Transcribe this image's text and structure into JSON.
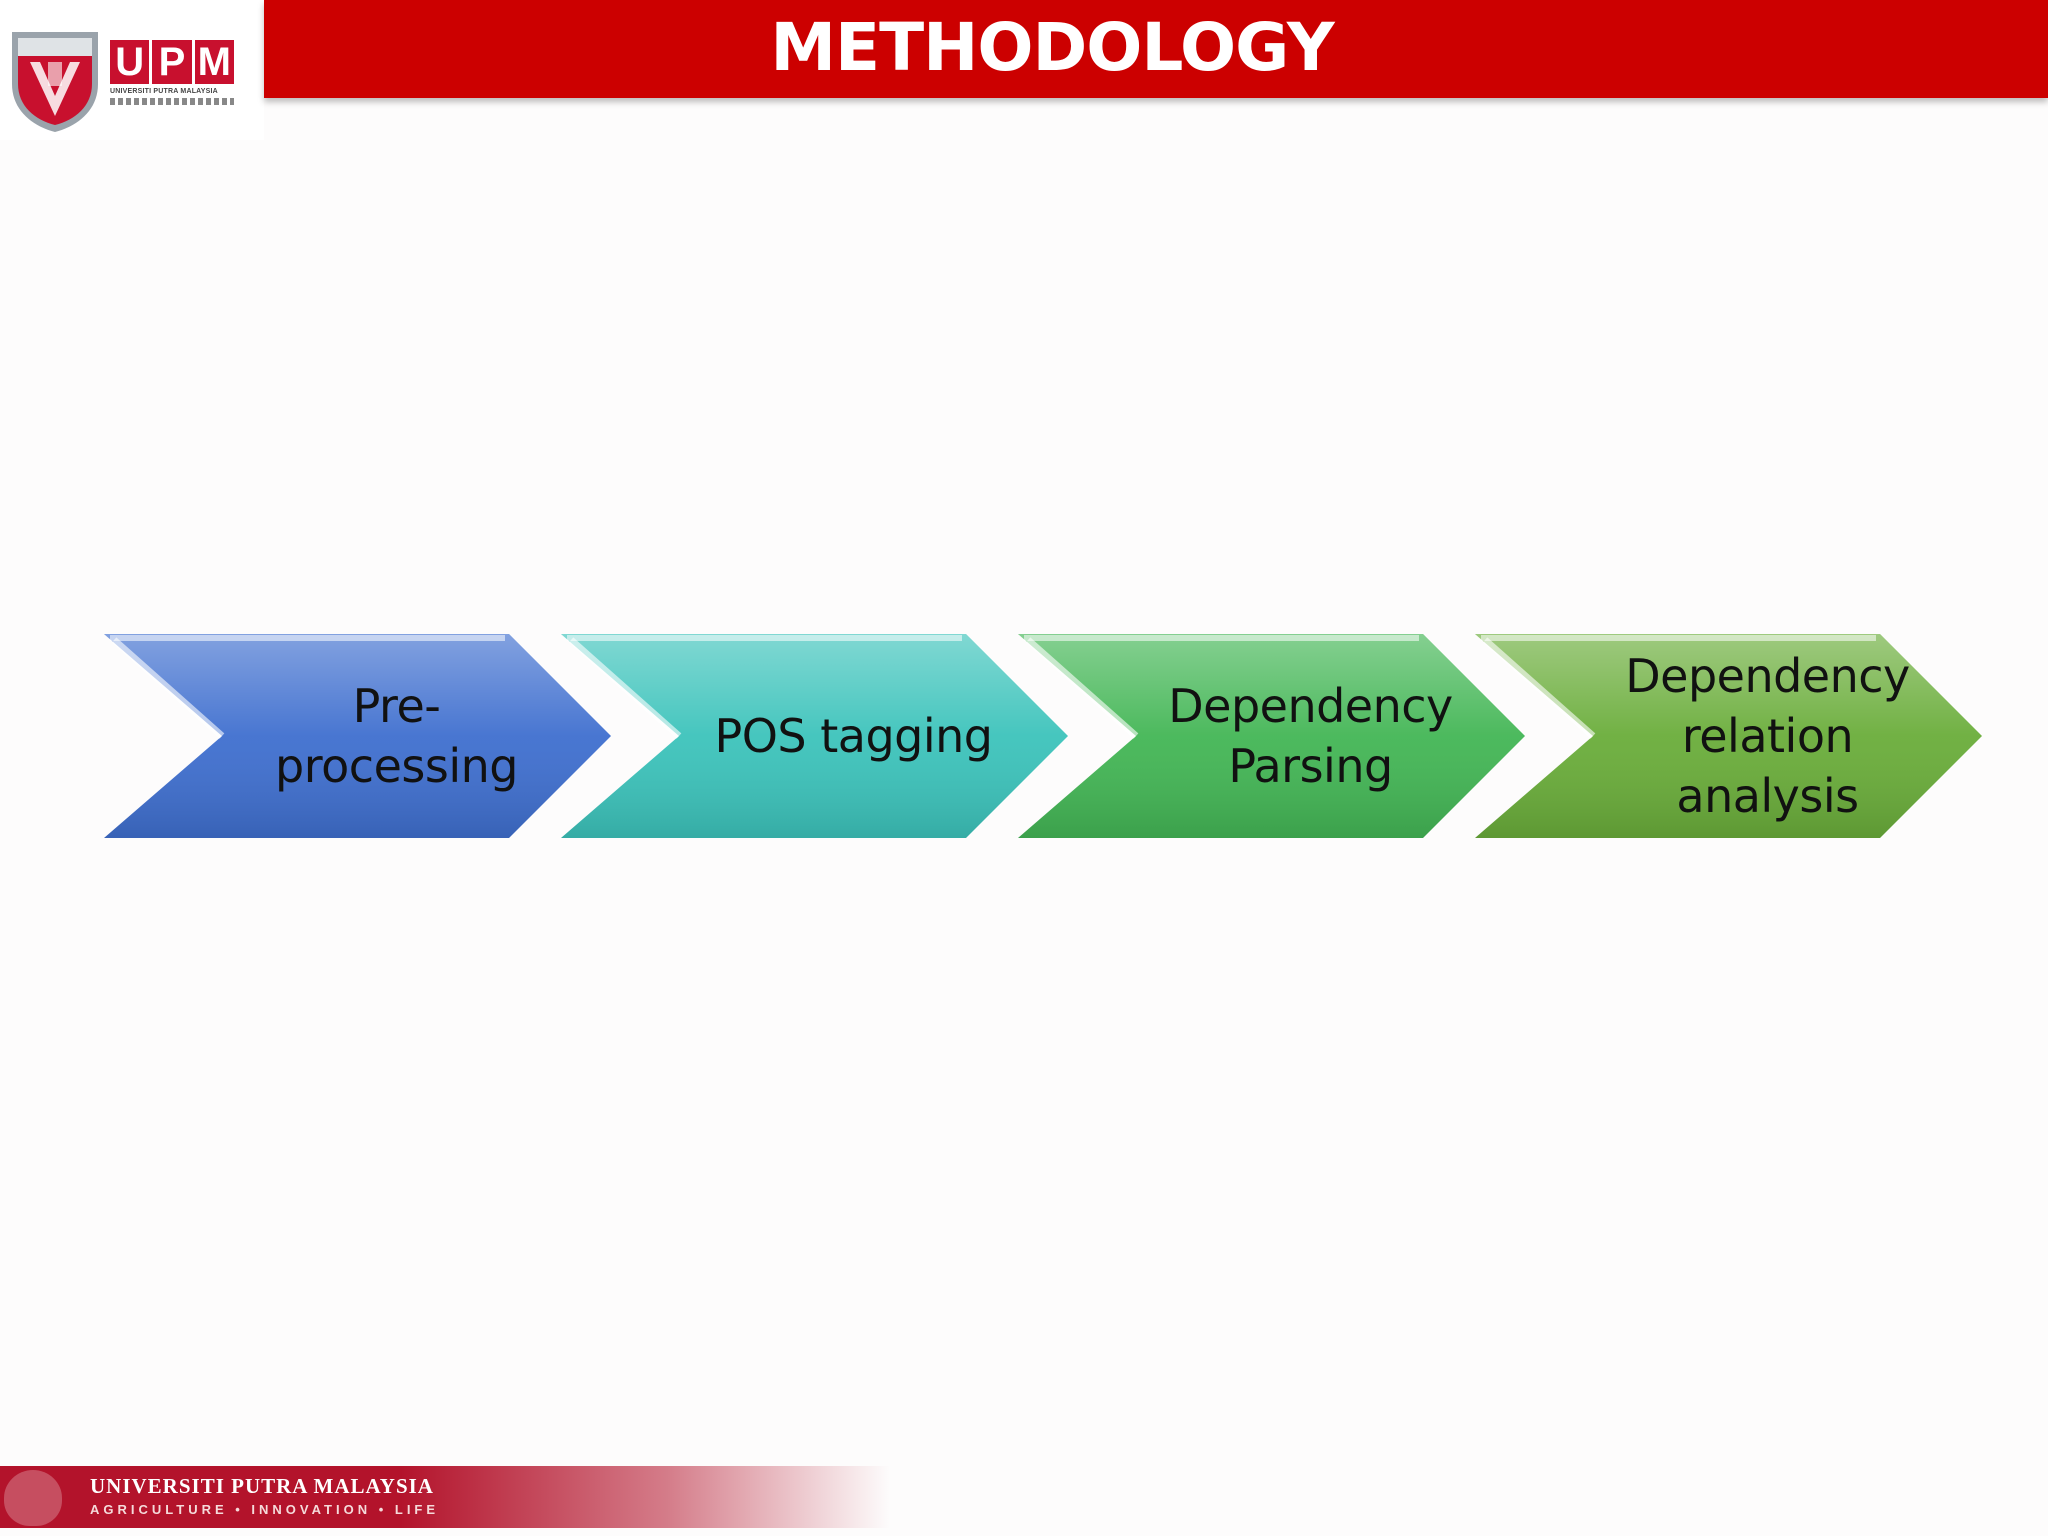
{
  "header": {
    "title": "METHODOLOGY",
    "logo_letters": [
      "U",
      "P",
      "M"
    ],
    "logo_subtitle": "UNIVERSITI PUTRA MALAYSIA",
    "accent_color": "#cc0000"
  },
  "steps": [
    {
      "lines": [
        "Pre-",
        "processing"
      ],
      "color": "#3f6fcf"
    },
    {
      "lines": [
        "POS tagging"
      ],
      "color": "#3cc3bb"
    },
    {
      "lines": [
        "Dependency",
        "Parsing"
      ],
      "color": "#43b655"
    },
    {
      "lines": [
        "Dependency",
        "relation",
        "analysis"
      ],
      "color": "#6aad3a"
    }
  ],
  "footer": {
    "name": "UNIVERSITI PUTRA MALAYSIA",
    "tagline": "AGRICULTURE • INNOVATION • LIFE"
  }
}
